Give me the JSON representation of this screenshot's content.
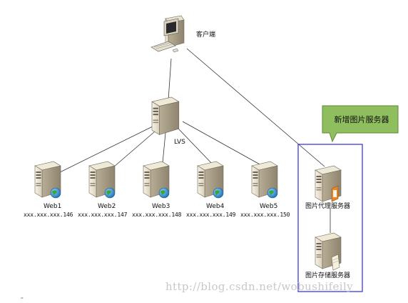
{
  "client": {
    "label": "客户端",
    "icon": "workstation-icon"
  },
  "lvs": {
    "label": "LVS",
    "icon": "server-icon"
  },
  "web_servers": [
    {
      "name": "Web1",
      "ip": "xxx.xxx.xxx.146",
      "icon": "web-server-globe-icon"
    },
    {
      "name": "Web2",
      "ip": "xxx.xxx.xxx.147",
      "icon": "web-server-globe-icon"
    },
    {
      "name": "Web3",
      "ip": "xxx.xxx.xxx.148",
      "icon": "web-server-globe-icon"
    },
    {
      "name": "Web4",
      "ip": "xxx.xxx.xxx.149",
      "icon": "web-server-globe-icon"
    },
    {
      "name": "Web5",
      "ip": "xxx.xxx.xxx.150",
      "icon": "web-server-globe-icon"
    }
  ],
  "image_cluster": {
    "callout": "新增图片服务器",
    "proxy": {
      "label": "图片代理服务器",
      "icon": "proxy-server-icon"
    },
    "storage": {
      "label": "图片存储服务器",
      "icon": "storage-server-icon"
    }
  },
  "watermark": "http://blog.csdn.net/wobushifeily",
  "corner_mark": "''",
  "colors": {
    "callout_fill": "#8fbe5f",
    "callout_border": "#5f8a35",
    "group_border": "#2b2bd8",
    "server_body": "#e6dfcc",
    "globe": "#2a83c9",
    "proxy_accent": "#e8872a"
  }
}
